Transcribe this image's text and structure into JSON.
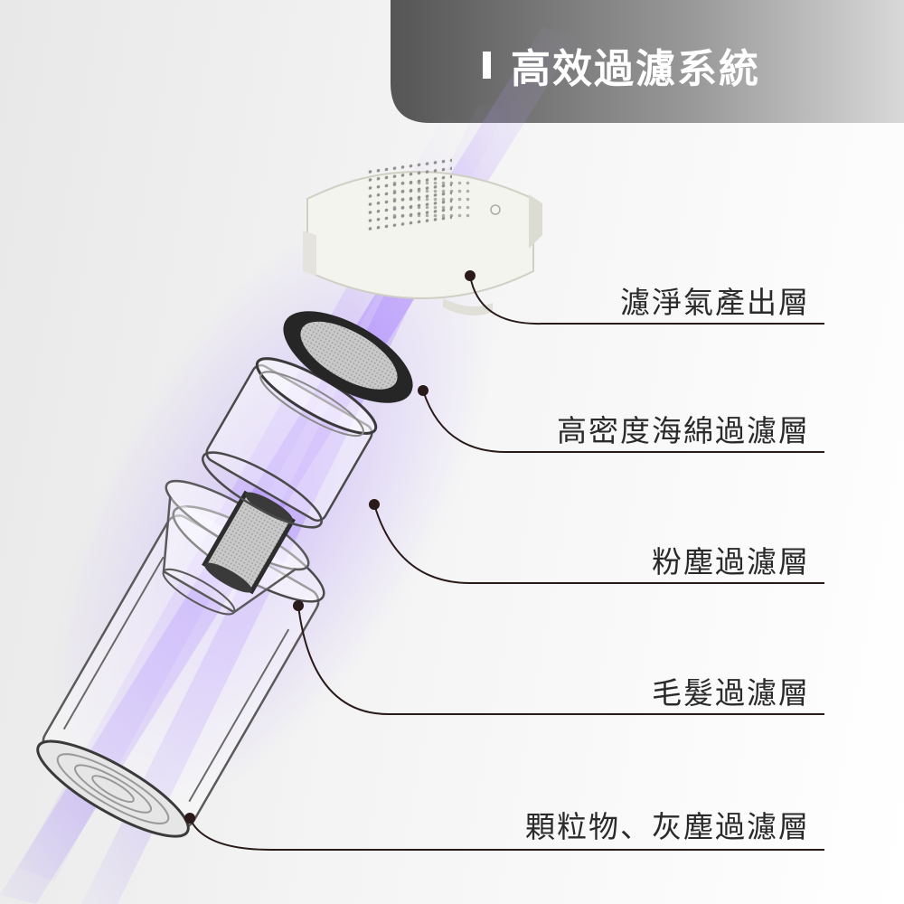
{
  "header": {
    "title": "高效過濾系統"
  },
  "layers": [
    {
      "label": "濾淨氣產出層"
    },
    {
      "label": "高密度海綿過濾層"
    },
    {
      "label": "粉塵過濾層"
    },
    {
      "label": "毛髮過濾層"
    },
    {
      "label": "顆粒物、灰塵過濾層"
    }
  ],
  "colors": {
    "banner": "#8a8a8a",
    "accent": "#8a5cff",
    "leader": "#2a1a1a"
  }
}
